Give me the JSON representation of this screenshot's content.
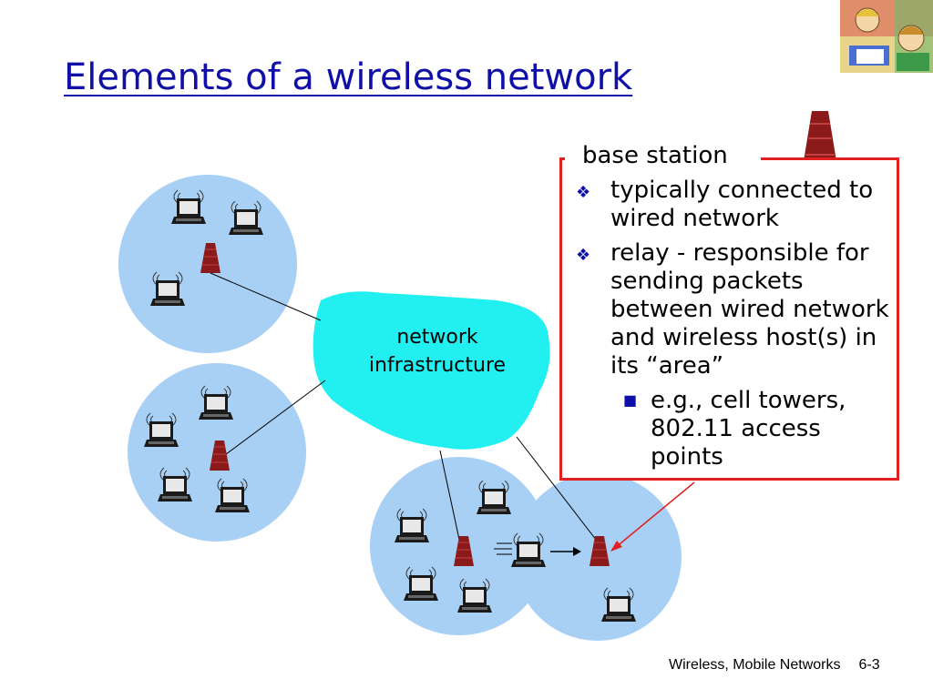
{
  "slide": {
    "title": "Elements of a wireless network",
    "cloud_label_line1": "network",
    "cloud_label_line2": "infrastructure",
    "callout": {
      "heading": "base station",
      "bullets": [
        "typically connected to wired network",
        "relay - responsible for sending packets between wired network and wireless host(s) in its “area”"
      ],
      "sub_bullet": "e.g., cell towers, 802.11 access points"
    },
    "footer": {
      "course": "Wireless, Mobile Networks",
      "page": "6-3"
    }
  },
  "colors": {
    "title": "#1010a8",
    "cell": "#a8cff4",
    "cloud": "#22f0f0",
    "tower": "#8b1a1a",
    "callout_border": "#e32020"
  },
  "icons": [
    "laptop-icon",
    "base-station-tower-icon",
    "network-cloud-icon",
    "corner-illustration"
  ]
}
